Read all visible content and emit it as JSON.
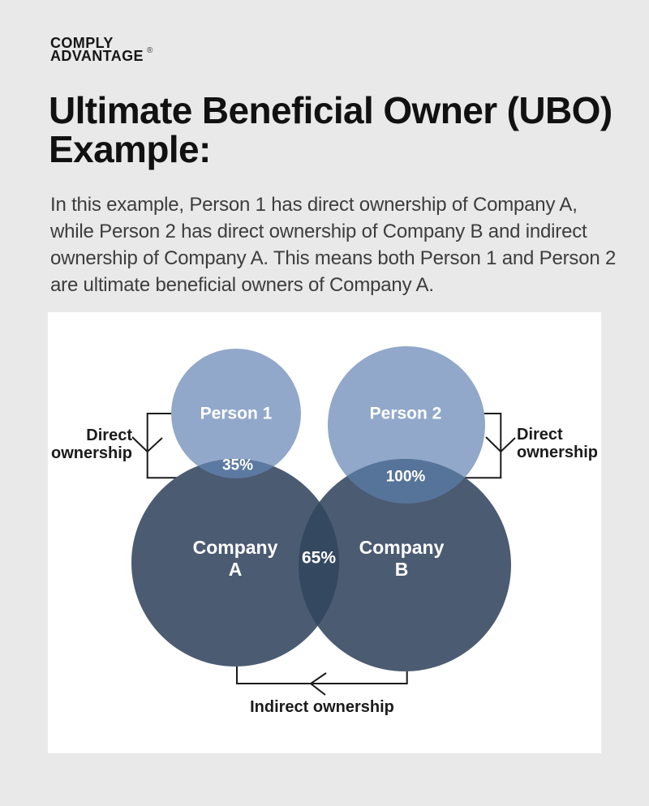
{
  "logo": {
    "line1": "COMPLY",
    "line2": "ADVANTAGE",
    "reg_mark": "®"
  },
  "heading": {
    "line1": "Ultimate Beneficial Owner (UBO)",
    "line2": "Example:"
  },
  "intro": {
    "lines": [
      "In this example, Person 1 has direct ownership of Company A,",
      "while Person 2 has direct ownership of Company B and indirect",
      "ownership of Company A. This means both Person 1 and Person 2",
      "are ultimate beneficial owners of Company A."
    ]
  },
  "diagram": {
    "person1_label": "Person 1",
    "person2_label": "Person 2",
    "companyA_line1": "Company",
    "companyA_line2": "A",
    "companyB_line1": "Company",
    "companyB_line2": "B",
    "pct_person1_companyA": "35%",
    "pct_person2_companyB": "100%",
    "pct_companyA_companyB": "65%",
    "direct_left_line1": "Direct",
    "direct_left_line2": "ownership",
    "direct_right_line1": "Direct",
    "direct_right_line2": "ownership",
    "indirect_label": "Indirect ownership",
    "colors": {
      "page_background": "#e9e9e9",
      "panel_background": "#ffffff",
      "person_circle": "#91a8ca",
      "company_circle": "#4b5b72",
      "overlap_person1_companyA": "#5c79a1",
      "overlap_person2_companyB": "#56749a",
      "overlap_companies": "#344860",
      "connector_line": "#1b1b1b",
      "circle_label_text": "#ffffff"
    }
  }
}
